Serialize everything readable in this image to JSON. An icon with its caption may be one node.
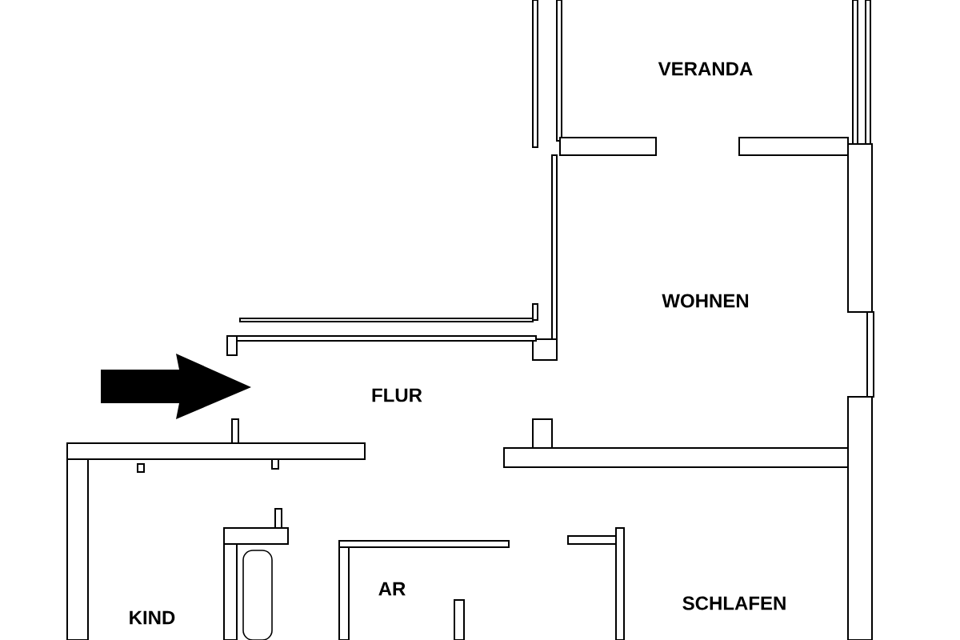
{
  "diagram": {
    "labels": [
      "VERANDA",
      "WOHNEN",
      "FLUR",
      "KIND",
      "AR",
      "SCHLAFEN"
    ]
  }
}
